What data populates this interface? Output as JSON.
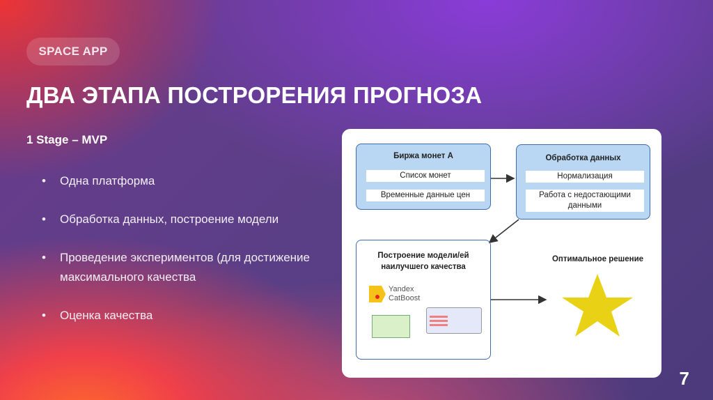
{
  "badge": "SPACE APP",
  "title": "ДВА ЭТАПА ПОСТРОРЕНИЯ ПРОГНОЗА",
  "stage": "1 Stage – MVP",
  "bullets": [
    "Одна платформа",
    "Обработка данных, построение модели",
    "Проведение экспериментов (для достижение максимального качества",
    "Оценка качества"
  ],
  "diagram": {
    "box1": {
      "title": "Биржа монет А",
      "items": [
        "Список монет",
        "Временные данные цен"
      ]
    },
    "box2": {
      "title": "Обработка данных",
      "items": [
        "Нормализация",
        "Работа с недостающими данными"
      ]
    },
    "box3": {
      "title": "Построение модели/ей наилучшего качества",
      "logo_line1": "Yandex",
      "logo_line2": "CatBoost"
    },
    "result": "Оптимальное решение"
  },
  "page_number": "7"
}
